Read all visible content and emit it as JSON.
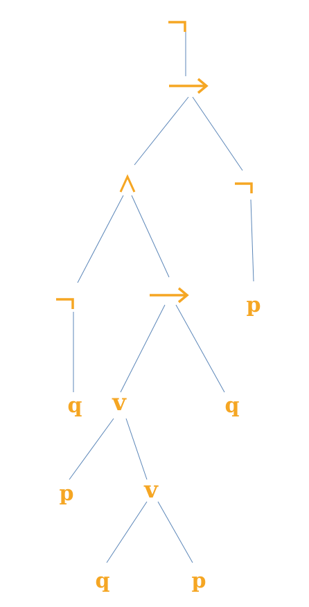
{
  "colors": {
    "node": "#f5a623",
    "edge": "#5b86b8",
    "background": "#ffffff"
  },
  "tree": {
    "nodes": [
      {
        "id": "n1",
        "kind": "neg"
      },
      {
        "id": "n2",
        "kind": "implies"
      },
      {
        "id": "n3",
        "kind": "and"
      },
      {
        "id": "n4",
        "kind": "neg"
      },
      {
        "id": "n5",
        "label": "p"
      },
      {
        "id": "n6",
        "kind": "neg"
      },
      {
        "id": "n7",
        "kind": "implies"
      },
      {
        "id": "n8",
        "label": "q"
      },
      {
        "id": "n9",
        "label": "v"
      },
      {
        "id": "n10",
        "label": "q"
      },
      {
        "id": "n11",
        "label": "p"
      },
      {
        "id": "n12",
        "label": "v"
      },
      {
        "id": "n13",
        "label": "q"
      },
      {
        "id": "n14",
        "label": "p"
      }
    ],
    "edges": [
      [
        "n1",
        "n2"
      ],
      [
        "n2",
        "n3"
      ],
      [
        "n2",
        "n4"
      ],
      [
        "n4",
        "n5"
      ],
      [
        "n3",
        "n6"
      ],
      [
        "n3",
        "n7"
      ],
      [
        "n6",
        "n8"
      ],
      [
        "n7",
        "n9"
      ],
      [
        "n7",
        "n10"
      ],
      [
        "n9",
        "n11"
      ],
      [
        "n9",
        "n12"
      ],
      [
        "n12",
        "n13"
      ],
      [
        "n12",
        "n14"
      ]
    ]
  }
}
